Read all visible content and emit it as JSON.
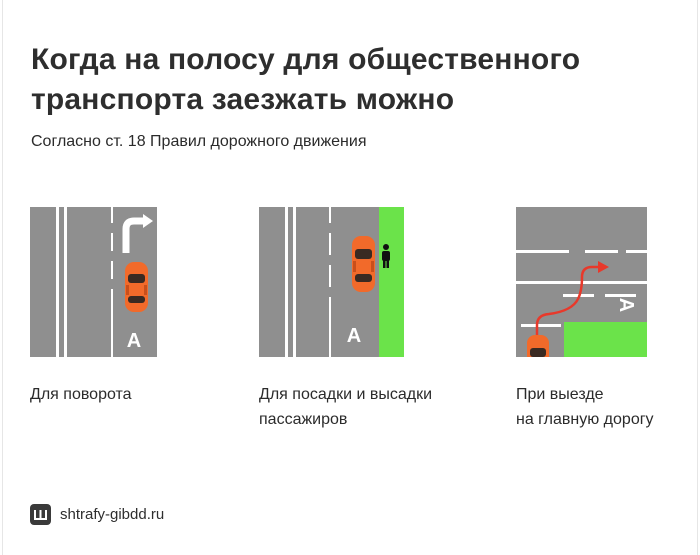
{
  "header": {
    "title_line1": "Когда на полосу для общественного",
    "title_line2": "транспорта заезжать можно",
    "subtitle": "Согласно ст. 18 Правил дорожного движения"
  },
  "panels": [
    {
      "id": "turn",
      "caption_line1": "Для поворота",
      "caption_line2": "",
      "lane_letter": "А",
      "icons": [
        "turn-right-arrow-icon",
        "car-icon"
      ]
    },
    {
      "id": "boarding",
      "caption_line1": "Для посадки и высадки",
      "caption_line2": "пассажиров",
      "lane_letter": "А",
      "icons": [
        "car-icon",
        "pedestrian-icon"
      ]
    },
    {
      "id": "exit",
      "caption_line1": "При выезде",
      "caption_line2": "на главную дорогу",
      "lane_letter": "А",
      "icons": [
        "car-icon",
        "route-arrow-icon"
      ]
    }
  ],
  "colors": {
    "road": "#8f8f8f",
    "marking": "#ffffff",
    "sidewalk_green": "#6be34a",
    "car_orange": "#f26a2a",
    "route_red": "#e8392b",
    "text": "#2b2b2b"
  },
  "footer": {
    "brand_logo_letter": "Ш",
    "brand_text": "shtrafy-gibdd.ru"
  }
}
